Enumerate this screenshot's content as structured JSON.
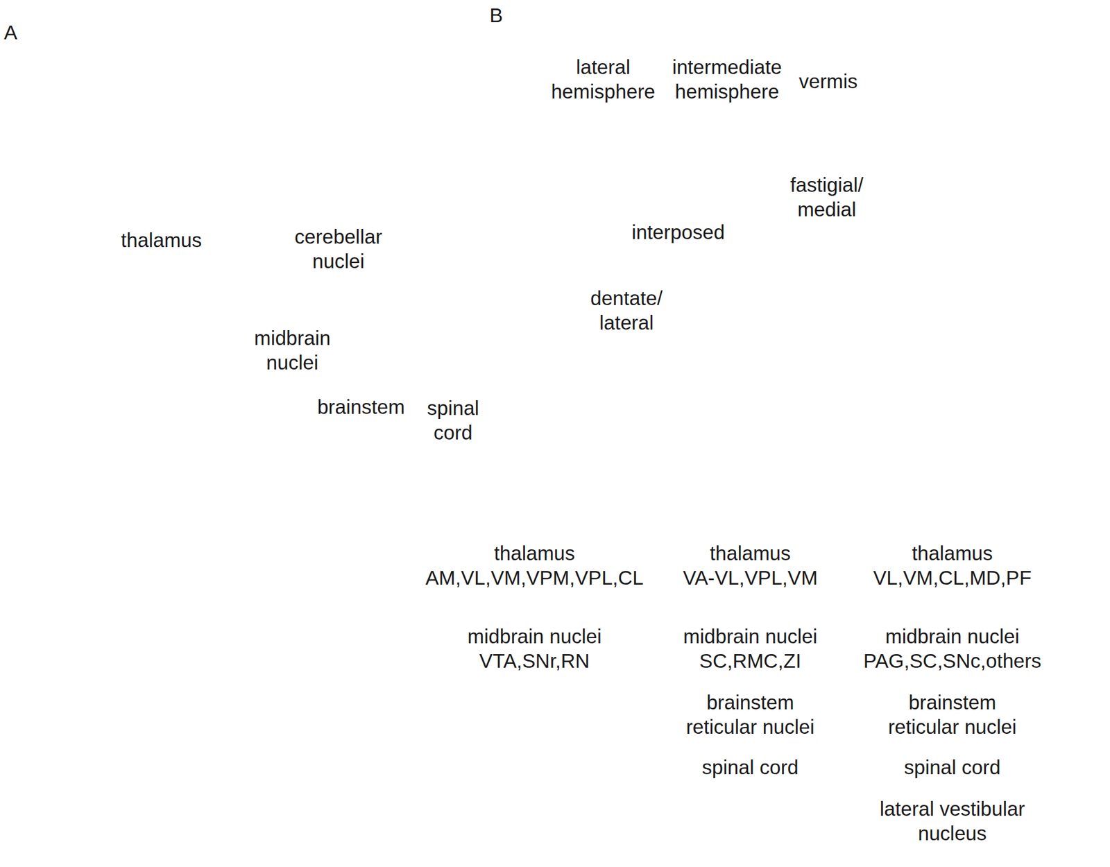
{
  "diagram": {
    "nodes": [
      {
        "text": [
          "thalamus"
        ]
      },
      {
        "text": [
          "cerebellar nuclei"
        ]
      },
      {
        "text": [
          "midbrain nuclei"
        ]
      },
      {
        "text": [
          "brainstem"
        ]
      },
      {
        "text": [
          "spinal cord"
        ]
      },
      {
        "text": [
          "fastigial/ medial"
        ]
      },
      {
        "text": [
          "interposed"
        ]
      },
      {
        "text": [
          "dentate/ lateral"
        ]
      },
      {
        "text": [
          "thalamus",
          "AM,VL,VM,VPM,VPL,CL",
          "midbrain nuclei",
          "VTA,SNr,RN"
        ]
      },
      {
        "text": [
          "thalamus",
          "VA-VL,VPL,VM",
          "midbrain nuclei",
          "SC,RMC,ZI",
          "brainstem reticular nuclei",
          "spinal cord"
        ]
      },
      {
        "text": [
          "thalamus",
          "VL,VM,CL,MD,PF",
          "midbrain nuclei",
          "PAG,SC,SNc,others",
          "brainstem reticular nuclei",
          "spinal cord",
          "lateral vestibular nucleus"
        ]
      }
    ],
    "edges": [
      {
        "from": 1,
        "to": 0,
        "arrow": "to"
      },
      {
        "from": 1,
        "to": 2,
        "arrow": "to"
      },
      {
        "from": 1,
        "to": 3,
        "arrow": "to"
      },
      {
        "from": 1,
        "to": 4,
        "arrow": "to"
      },
      {
        "from": 7,
        "to": 8,
        "arrow": "to"
      },
      {
        "from": 6,
        "to": 9,
        "arrow": "to"
      },
      {
        "from": 5,
        "to": 10,
        "arrow": "to"
      }
    ],
    "labels": [
      "A",
      "B",
      "lateral hemisphere",
      "intermediate hemisphere",
      "vermis"
    ]
  }
}
